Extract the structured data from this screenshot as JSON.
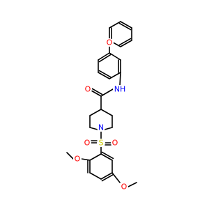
{
  "molecule": {
    "colors": {
      "bond": "#000000",
      "oxygen": "#ff0000",
      "nitrogen": "#0000ff",
      "sulfur": "#cccc00",
      "carbon_text": "#000000",
      "background": "#ffffff"
    },
    "atom_labels": {
      "ether_oxygen_top": "O",
      "amide_oxygen": "O",
      "amide_nh": "NH",
      "piperidine_n": "N",
      "sulfonyl_s": "S",
      "sulfonyl_o_left": "O",
      "sulfonyl_o_right": "O",
      "methoxy_o_left": "O",
      "methoxy_o_bottom": "O"
    }
  }
}
